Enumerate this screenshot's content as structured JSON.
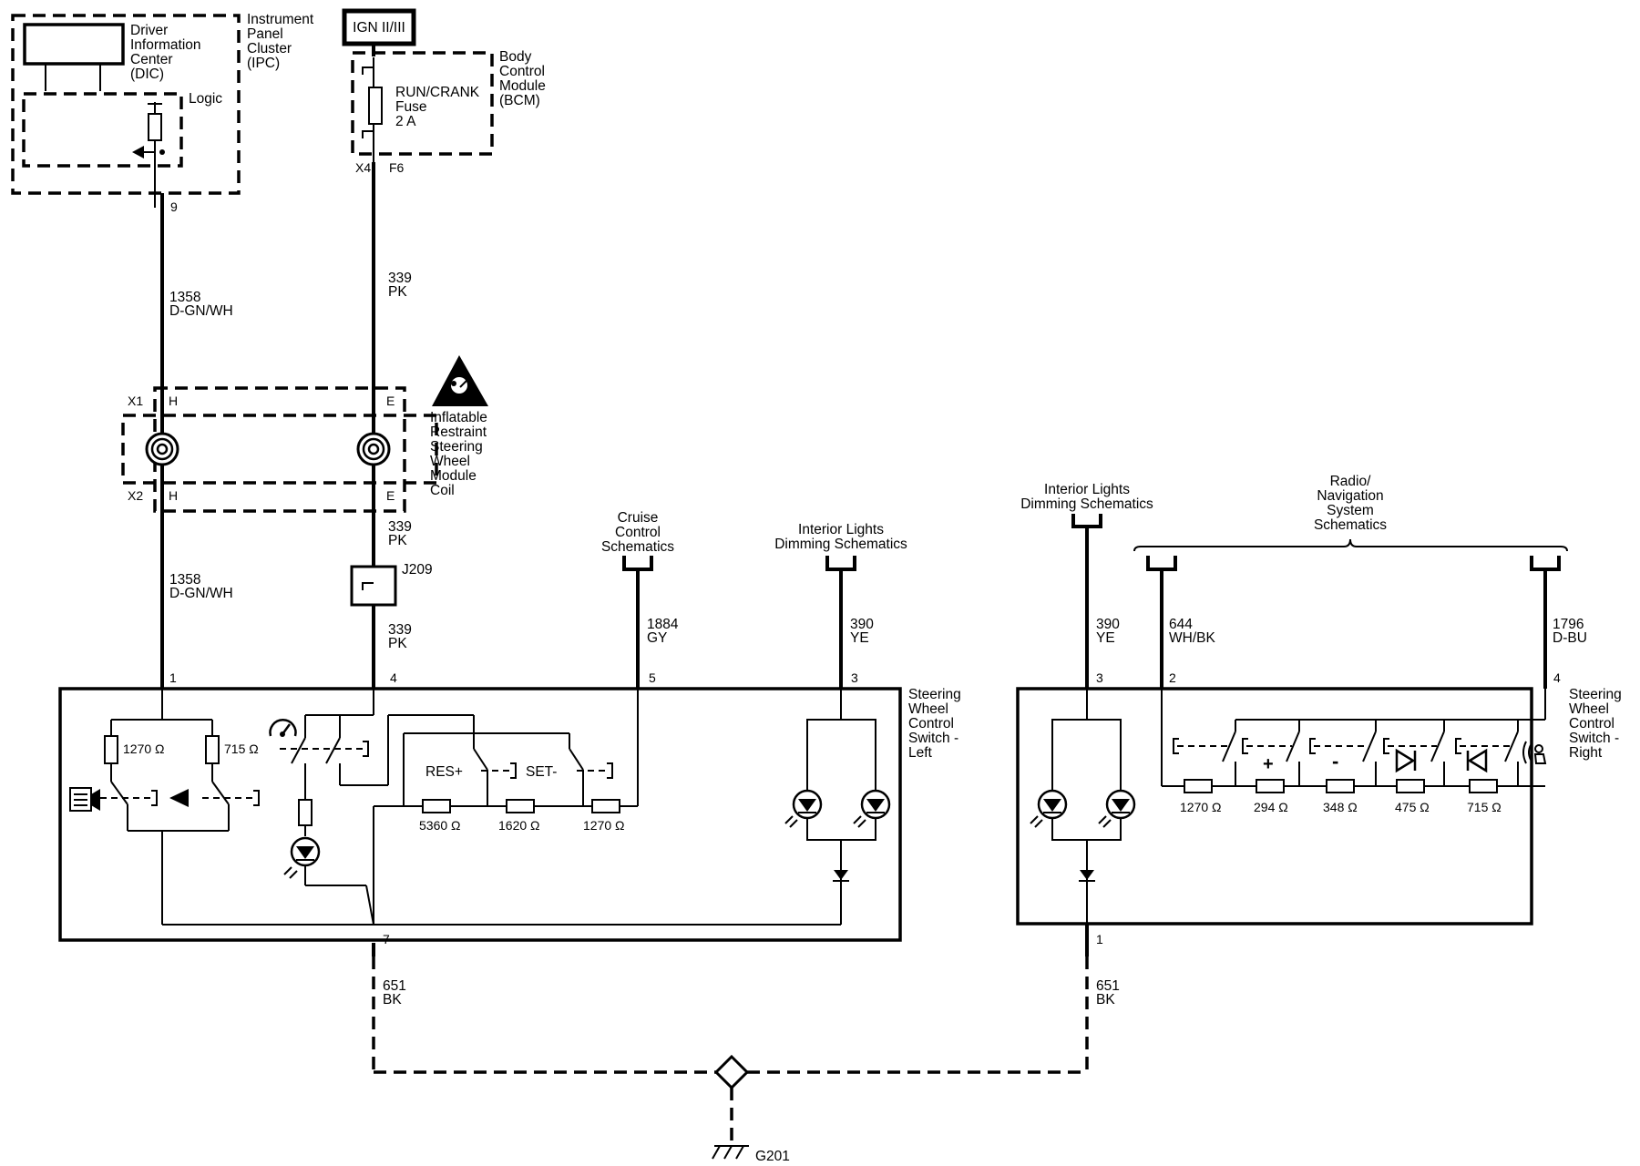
{
  "modules": {
    "ipc": {
      "title": [
        "Instrument",
        "Panel",
        "Cluster",
        "(IPC)"
      ],
      "dic": [
        "Driver",
        "Information",
        "Center",
        "(DIC)"
      ],
      "logic": "Logic"
    },
    "ign": {
      "label": "IGN II/III"
    },
    "bcm": {
      "title": [
        "Body",
        "Control",
        "Module",
        "(BCM)"
      ],
      "fuse": [
        "RUN/CRANK",
        "Fuse",
        "2 A"
      ],
      "conn": "X4",
      "pin": "F6"
    },
    "coil": {
      "title": [
        "Inflatable",
        "Restraint",
        "Steering",
        "Wheel",
        "Module",
        "Coil"
      ],
      "x1": "X1",
      "x2": "X2",
      "h": "H",
      "e": "E"
    },
    "splice": {
      "label": "J209"
    },
    "cruise": {
      "title": [
        "Cruise",
        "Control",
        "Schematics"
      ]
    },
    "dim": {
      "title": [
        "Interior Lights",
        "Dimming Schematics"
      ]
    },
    "radio": {
      "title": [
        "Radio/",
        "Navigation",
        "System",
        "Schematics"
      ]
    },
    "swc_left": {
      "title": [
        "Steering",
        "Wheel",
        "Control",
        "Switch -",
        "Left"
      ]
    },
    "swc_right": {
      "title": [
        "Steering",
        "Wheel",
        "Control",
        "Switch -",
        "Right"
      ]
    },
    "ground": {
      "label": "G201"
    }
  },
  "pins": {
    "p9": "9",
    "p1": "1",
    "p4": "4",
    "p5": "5",
    "p3": "3",
    "p7": "7",
    "r3": "3",
    "r2": "2",
    "r4": "4",
    "r1": "1"
  },
  "wires": {
    "w1358": {
      "num": "1358",
      "color": "D-GN/WH"
    },
    "w339": {
      "num": "339",
      "color": "PK"
    },
    "w1884": {
      "num": "1884",
      "color": "GY"
    },
    "w390": {
      "num": "390",
      "color": "YE"
    },
    "w644": {
      "num": "644",
      "color": "WH/BK"
    },
    "w1796": {
      "num": "1796",
      "color": "D-BU"
    },
    "w651": {
      "num": "651",
      "color": "BK"
    }
  },
  "resistors": {
    "l1270": "1270 Ω",
    "l715": "715 Ω",
    "l5360": "5360 Ω",
    "l1620": "1620 Ω",
    "l1270b": "1270 Ω",
    "r1270": "1270 Ω",
    "r294": "294 Ω",
    "r348": "348 Ω",
    "r475": "475 Ω",
    "r715": "715 Ω"
  },
  "switches": {
    "res": "RES+",
    "set": "SET-",
    "plus": "+",
    "minus": "-"
  },
  "icons": {
    "dic": "dic-info-icon",
    "mute": "mute-icon",
    "airbag": "airbag-warning-icon",
    "cruise": "cruise-speedometer-icon",
    "next": "next-track-icon",
    "prev": "prev-track-icon",
    "voice": "voice-command-icon",
    "ground": "ground-icon",
    "splice": "splice-icon"
  }
}
